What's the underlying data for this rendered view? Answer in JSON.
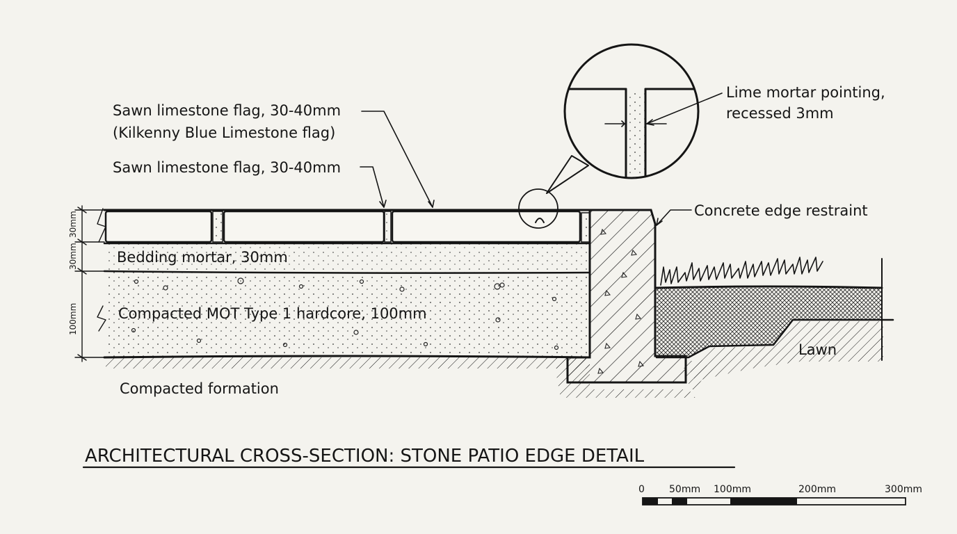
{
  "labels": {
    "flag_top_1": "Sawn limestone flag, 30-40mm",
    "flag_top_2": "(Kilkenny Blue Limestone flag)",
    "flag_second": "Sawn limestone flag, 30-40mm",
    "pointing_1": "Lime mortar pointing,",
    "pointing_2": "recessed 3mm",
    "edge_restraint": "Concrete edge restraint",
    "bedding": "Bedding mortar, 30mm",
    "hardcore": "Compacted MOT Type 1 hardcore, 100mm",
    "formation": "Compacted formation",
    "lawn": "Lawn"
  },
  "dimensions": {
    "flag": "30mm",
    "bedding": "30mm",
    "hardcore": "100mm"
  },
  "title": "ARCHITECTURAL CROSS-SECTION: STONE PATIO EDGE DETAIL",
  "scale_bar": {
    "ticks": [
      "0",
      "50mm",
      "100mm",
      "200mm",
      "300mm"
    ]
  }
}
